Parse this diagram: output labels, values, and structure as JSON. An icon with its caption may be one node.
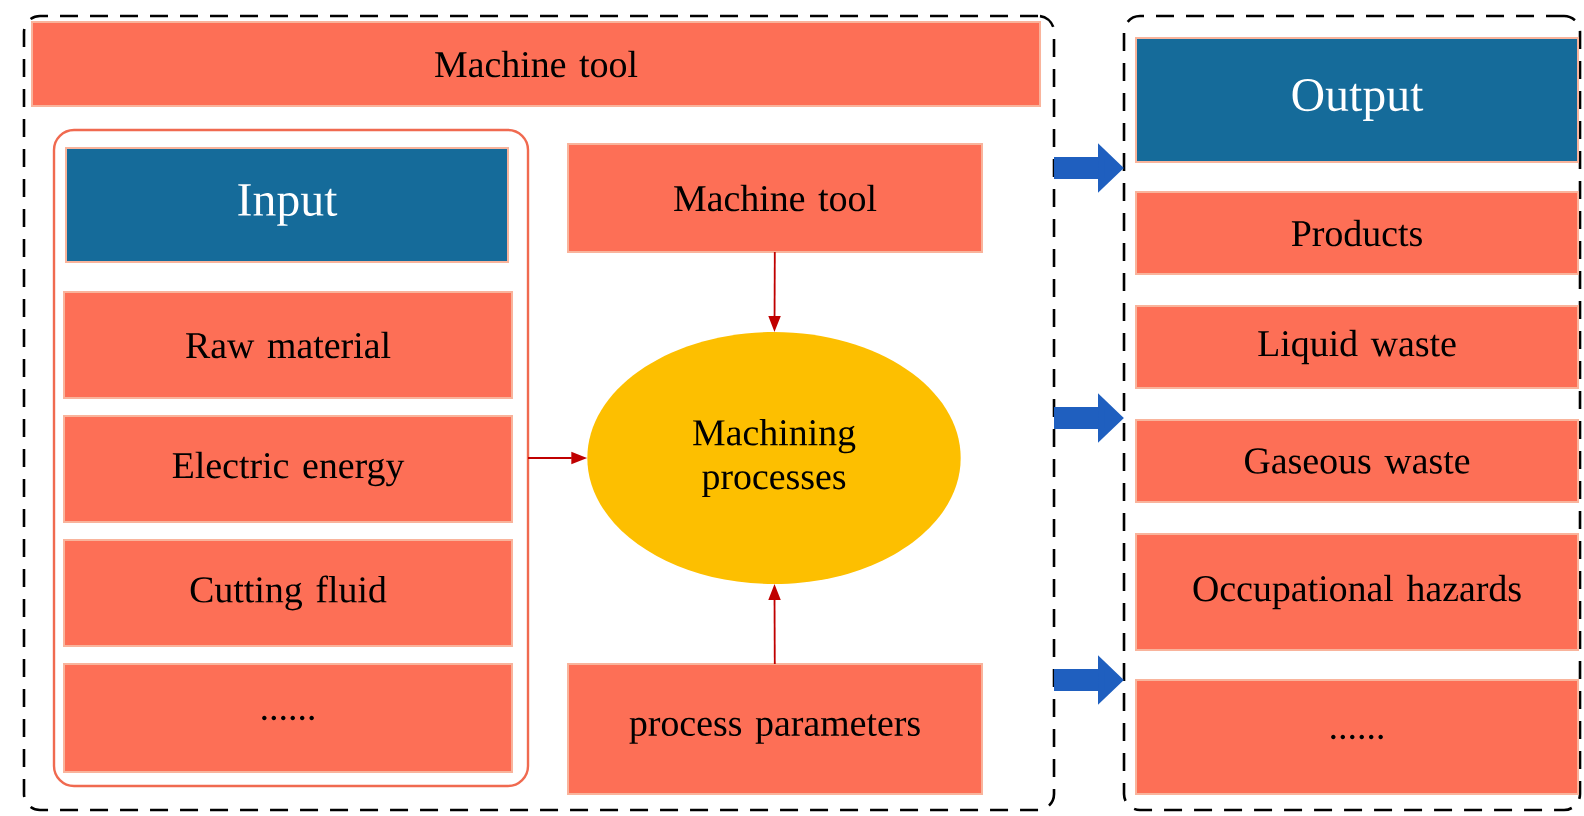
{
  "diagram": {
    "nodes": [
      {
        "text": [],
        "shape": "box"
      },
      {
        "text": [
          "Machine tool"
        ],
        "in": 0
      },
      {
        "text": [],
        "shape": "box",
        "in": 0
      },
      {
        "text": [
          "Input"
        ],
        "in": 2
      },
      {
        "text": [
          "Raw material"
        ],
        "in": 2
      },
      {
        "text": [
          "Electric energy"
        ],
        "in": 2
      },
      {
        "text": [
          "Cutting fluid"
        ],
        "in": 2
      },
      {
        "text": [
          "......"
        ],
        "in": 2
      },
      {
        "text": [
          "Machine tool"
        ],
        "in": 0
      },
      {
        "text": [
          "Machining processes"
        ],
        "in": 0
      },
      {
        "text": [
          "process parameters"
        ],
        "in": 0
      },
      {
        "text": [],
        "shape": "box"
      },
      {
        "text": [
          "Output"
        ],
        "in": 11
      },
      {
        "text": [
          "Products"
        ],
        "in": 11
      },
      {
        "text": [
          "Liquid waste"
        ],
        "in": 11
      },
      {
        "text": [
          "Gaseous waste"
        ],
        "in": 11
      },
      {
        "text": [
          "Occupational hazards"
        ],
        "in": 11
      },
      {
        "text": [
          "......"
        ],
        "in": 11
      }
    ],
    "edges": [
      {
        "from": 2,
        "to": 9,
        "arrow": "to"
      },
      {
        "from": 8,
        "to": 9,
        "arrow": "to"
      },
      {
        "from": 10,
        "to": 9,
        "arrow": "to"
      },
      {
        "from": 0,
        "to": 11,
        "arrow": "to",
        "style": "thick",
        "color": "#1f5fbf"
      },
      {
        "from": 0,
        "to": 11,
        "arrow": "to",
        "style": "thick",
        "color": "#1f5fbf"
      },
      {
        "from": 0,
        "to": 11,
        "arrow": "to",
        "style": "thick",
        "color": "#1f5fbf"
      }
    ]
  }
}
